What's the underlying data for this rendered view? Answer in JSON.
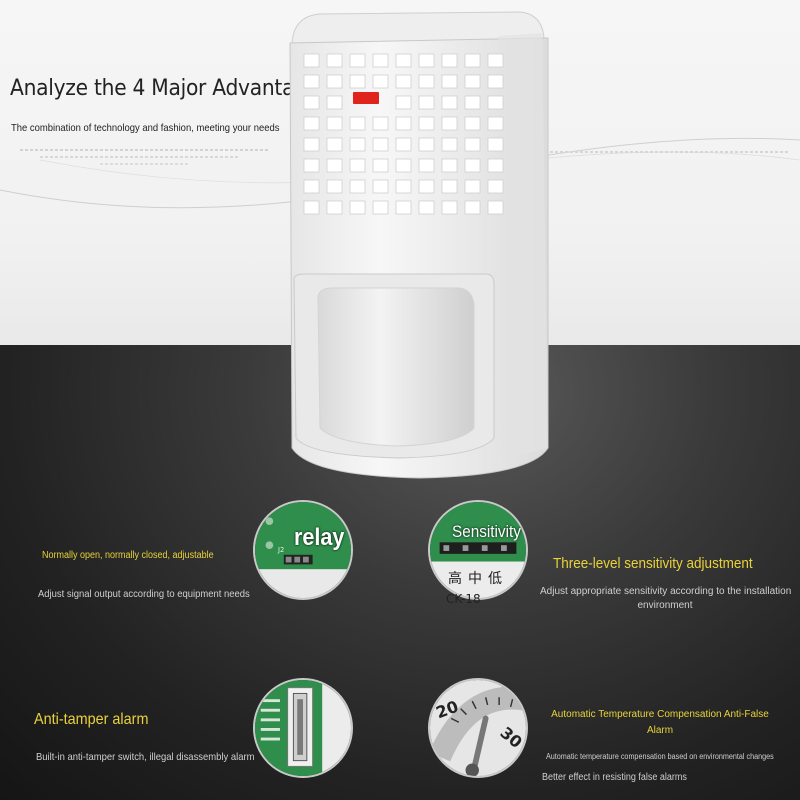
{
  "header": {
    "headline": "Analyze the 4 Major Advantages",
    "subhead": "The combination of technology and fashion, meeting your needs"
  },
  "colors": {
    "accent_yellow": "#e9d23a",
    "led_red": "#e0241b",
    "pcb_green": "#2e8a4a"
  },
  "features": {
    "relay": {
      "circle_label": "relay",
      "title": "Normally open, normally closed, adjustable",
      "description": "Adjust signal output according to equipment needs"
    },
    "sensitivity": {
      "circle_label": "Sensitivity",
      "chars": "高中低",
      "board_code": "CK-18",
      "title": "Three-level sensitivity adjustment",
      "description_line1": "Adjust appropriate sensitivity according to the installation",
      "description_line2": "environment"
    },
    "tamper": {
      "title": "Anti-tamper alarm",
      "description": "Built-in anti-tamper switch, illegal disassembly alarm"
    },
    "temperature": {
      "title_line1": "Automatic Temperature Compensation Anti-False",
      "title_line2": "Alarm",
      "scale_20": "20",
      "scale_30": "30",
      "detail": "Automatic temperature compensation based on environmental changes",
      "description": "Better effect in resisting false alarms"
    }
  }
}
